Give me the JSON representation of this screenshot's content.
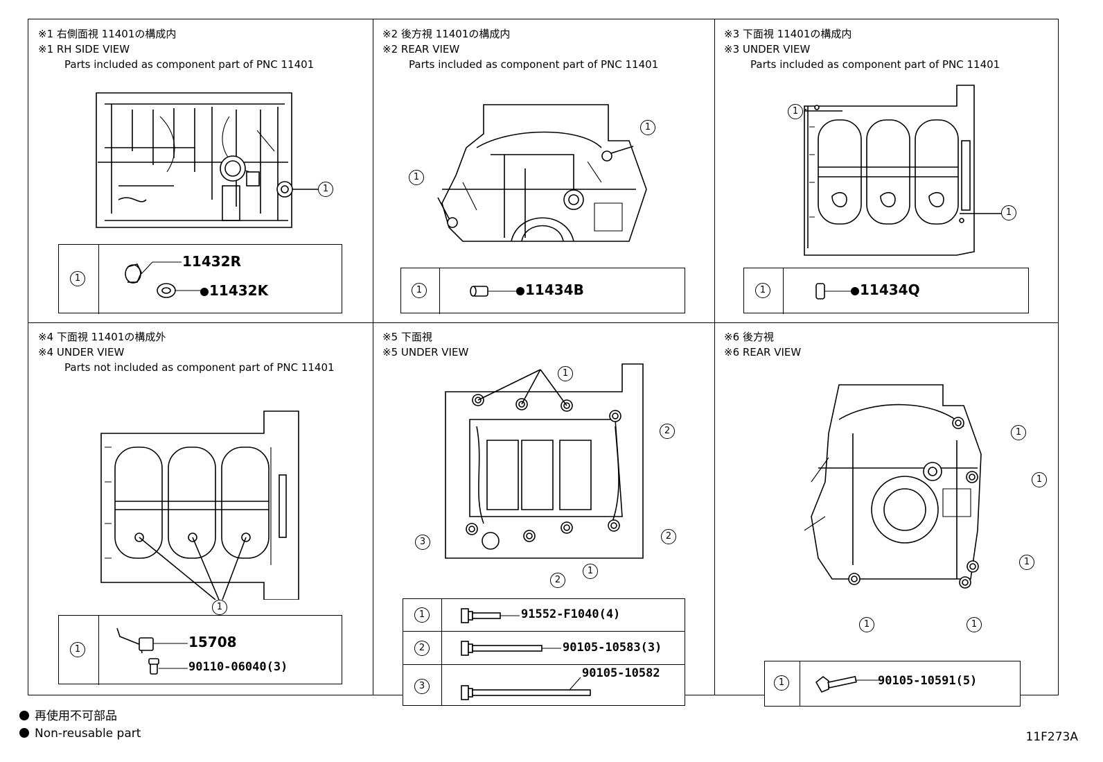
{
  "panels": [
    {
      "header": [
        "※1 右側面視 11401の構成内",
        "※1 RH SIDE VIEW",
        "Parts included as component part of PNC 11401"
      ],
      "callouts": [
        "1"
      ],
      "table": [
        {
          "index": "1",
          "parts": [
            {
              "number": "11432R",
              "non_reusable": false
            },
            {
              "number": "11432K",
              "non_reusable": true
            }
          ]
        }
      ]
    },
    {
      "header": [
        "※2 後方視 11401の構成内",
        "※2 REAR VIEW",
        "Parts included as component part of PNC 11401"
      ],
      "callouts": [
        "1",
        "1"
      ],
      "table": [
        {
          "index": "1",
          "parts": [
            {
              "number": "11434B",
              "non_reusable": true
            }
          ]
        }
      ]
    },
    {
      "header": [
        "※3 下面視 11401の構成内",
        "※3 UNDER VIEW",
        "Parts included as component part of PNC 11401"
      ],
      "callouts": [
        "1",
        "1"
      ],
      "table": [
        {
          "index": "1",
          "parts": [
            {
              "number": "11434Q",
              "non_reusable": true
            }
          ]
        }
      ]
    },
    {
      "header": [
        "※4 下面視 11401の構成外",
        "※4 UNDER VIEW",
        "Parts not included as component part of PNC 11401"
      ],
      "callouts": [
        "1"
      ],
      "table": [
        {
          "index": "1",
          "parts": [
            {
              "number": "15708",
              "non_reusable": false
            },
            {
              "number": "90110-06040(3)",
              "non_reusable": false
            }
          ]
        }
      ]
    },
    {
      "header": [
        "※5 下面視",
        "※5 UNDER VIEW"
      ],
      "callouts": [
        "1",
        "2",
        "3",
        "2",
        "1",
        "2"
      ],
      "table": [
        {
          "index": "1",
          "parts": [
            {
              "number": "91552-F1040(4)",
              "non_reusable": false
            }
          ]
        },
        {
          "index": "2",
          "parts": [
            {
              "number": "90105-10583(3)",
              "non_reusable": false
            }
          ]
        },
        {
          "index": "3",
          "parts": [
            {
              "number": "90105-10582",
              "non_reusable": false
            }
          ]
        }
      ]
    },
    {
      "header": [
        "※6 後方視",
        "※6 REAR VIEW"
      ],
      "callouts": [
        "1",
        "1",
        "1",
        "1",
        "1"
      ],
      "table": [
        {
          "index": "1",
          "parts": [
            {
              "number": "90105-10591(5)",
              "non_reusable": false
            }
          ]
        }
      ]
    }
  ],
  "legend": {
    "jp": "再使用不可部品",
    "en": "Non-reusable part"
  },
  "figure_code": "11F273A",
  "icons": {
    "non_reusable_marker": "filled-circle"
  }
}
